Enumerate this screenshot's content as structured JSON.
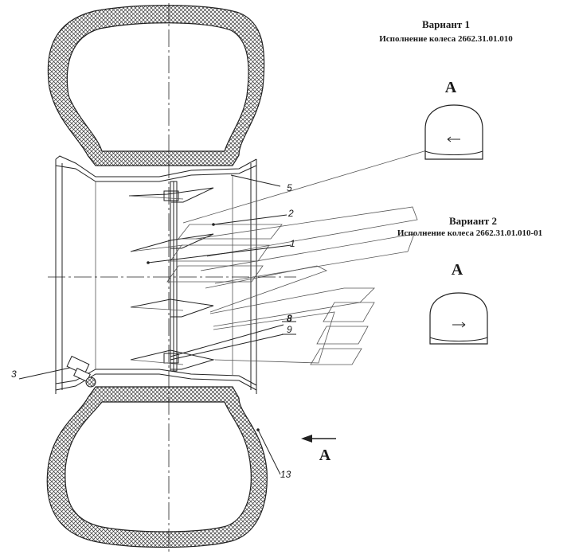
{
  "variant1": {
    "title": "Вариант 1",
    "subtitle": "Исполнение колеса 2662.31.01.010"
  },
  "variant2": {
    "title": "Вариант 2",
    "subtitle": "Исполнение колеса 2662.31.01.010-01"
  },
  "view_label": "A",
  "callouts": {
    "c1": "1",
    "c2": "2",
    "c3": "3",
    "c5": "5",
    "c8": "8",
    "c9": "9",
    "c13": "13"
  },
  "colors": {
    "line": "#222222",
    "hatch": "#333333",
    "background": "#ffffff"
  }
}
